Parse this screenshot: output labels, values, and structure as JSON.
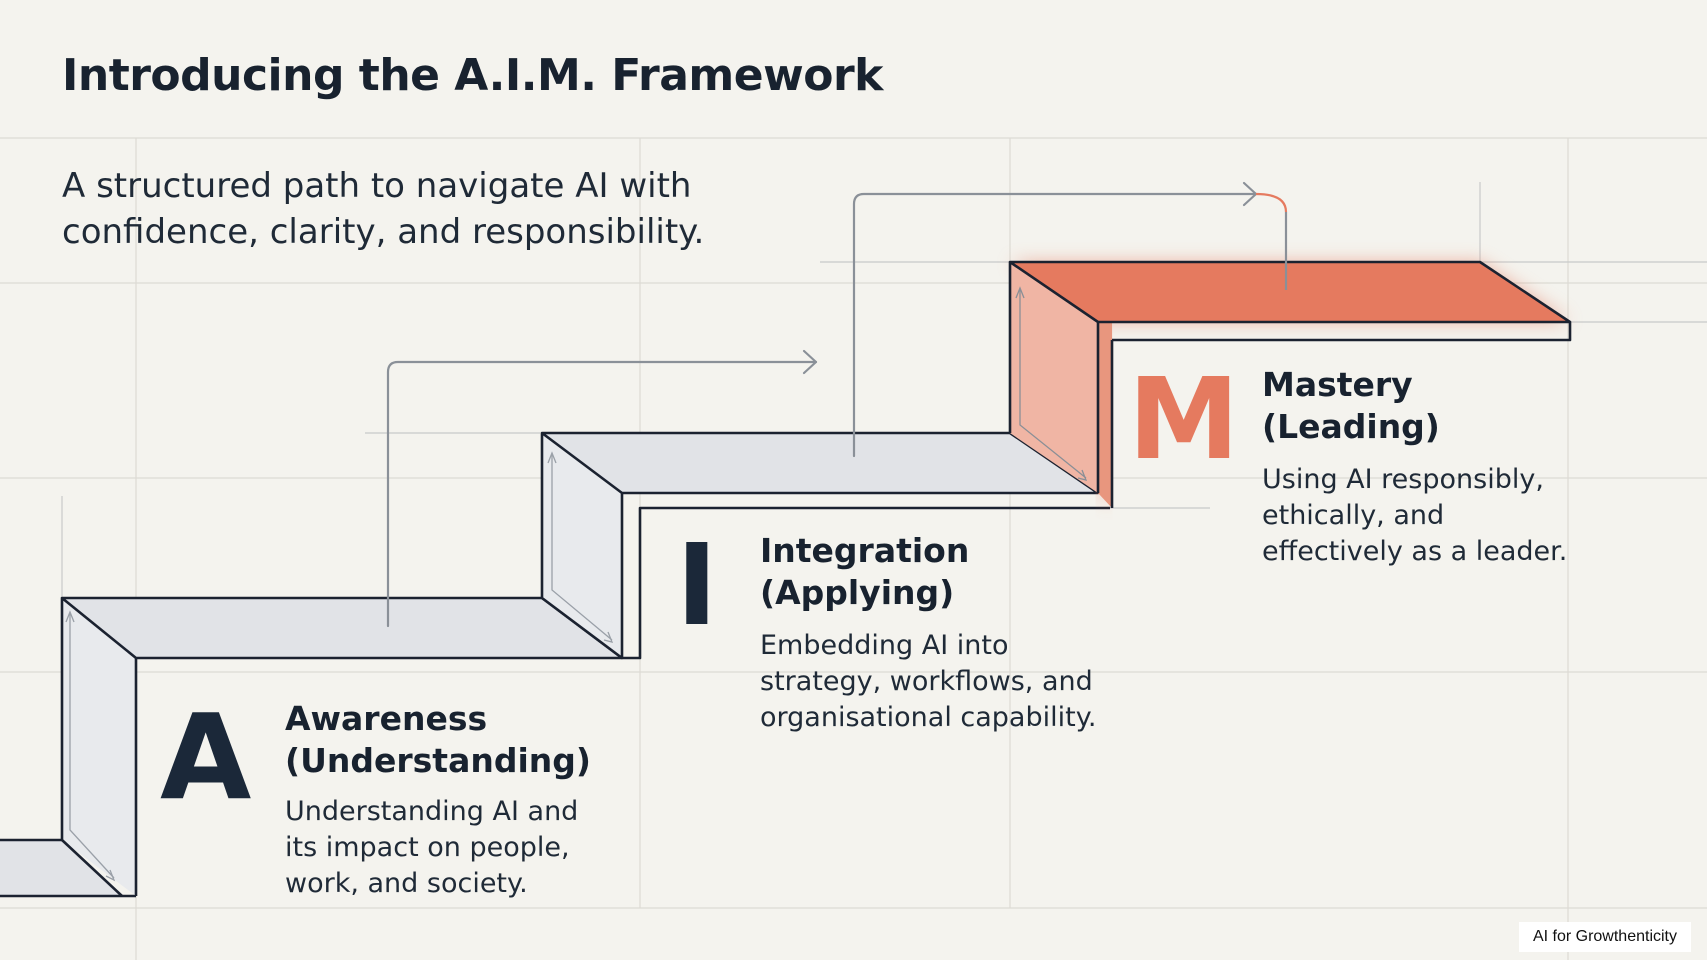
{
  "header": {
    "title": "Introducing the A.I.M. Framework",
    "subtitle_lines": [
      "A structured path to navigate AI with",
      "confidence, clarity, and responsibility."
    ]
  },
  "stages": [
    {
      "letter": "A",
      "name": "Awareness",
      "subtitle": "(Understanding)",
      "description_lines": [
        "Understanding AI and",
        "its impact on people,",
        "work, and society."
      ]
    },
    {
      "letter": "I",
      "name": "Integration",
      "subtitle": "(Applying)",
      "description_lines": [
        "Embedding AI into",
        "strategy, workflows, and",
        "organisational capability."
      ]
    },
    {
      "letter": "M",
      "name": "Mastery",
      "subtitle": "(Leading)",
      "description_lines": [
        "Using AI responsibly,",
        "ethically, and",
        "effectively as a leader."
      ]
    }
  ],
  "footer": {
    "watermark": "AI for Growthenticity"
  },
  "colors": {
    "background": "#f4f3ee",
    "step_fill": "#e1e3e7",
    "step_outline": "#1b2230",
    "accent": "#e57a5f",
    "accent_light": "#f0b5a4",
    "text_dark": "#18222f",
    "arrow": "#8a9098"
  },
  "icons": [
    "staircase-shape",
    "arrow-right-icon"
  ]
}
